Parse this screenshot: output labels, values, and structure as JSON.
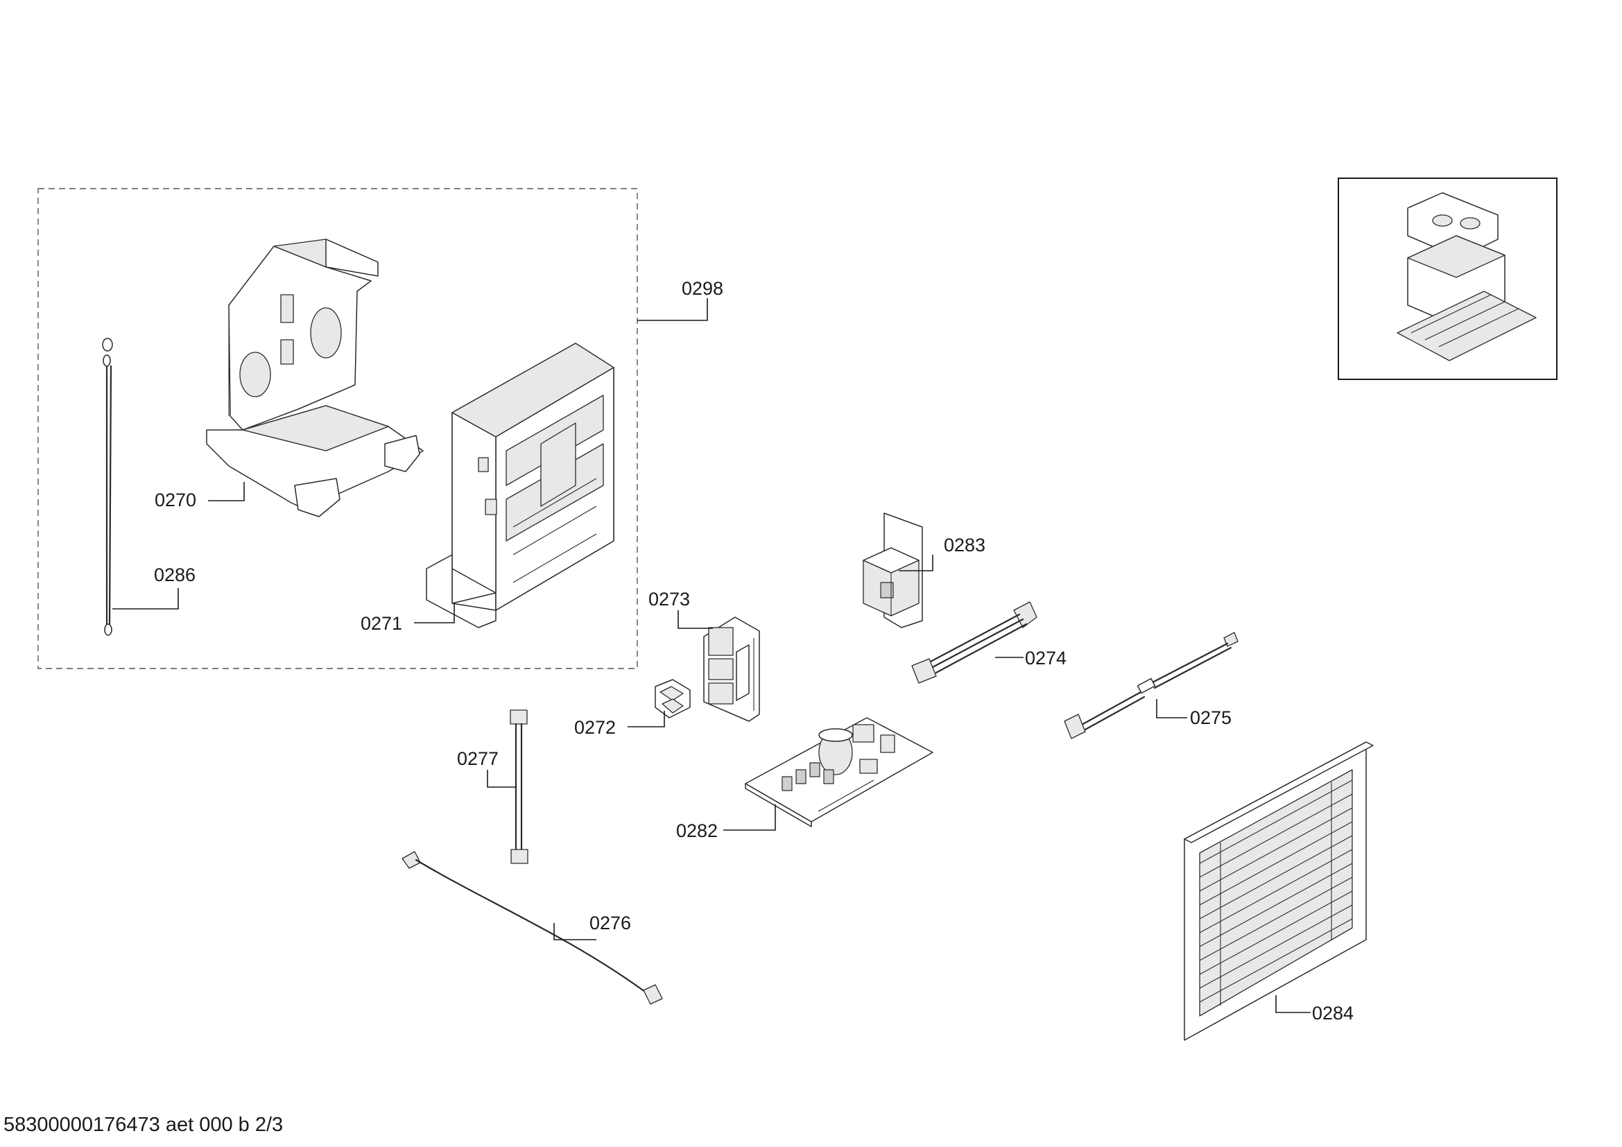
{
  "document": {
    "footer_text": "58300000176473 aet 000 b 2/3"
  },
  "callouts": {
    "p0298": "0298",
    "p0270": "0270",
    "p0271": "0271",
    "p0286": "0286",
    "p0273": "0273",
    "p0272": "0272",
    "p0283": "0283",
    "p0274": "0274",
    "p0275": "0275",
    "p0277": "0277",
    "p0282": "0282",
    "p0276": "0276",
    "p0284": "0284"
  }
}
